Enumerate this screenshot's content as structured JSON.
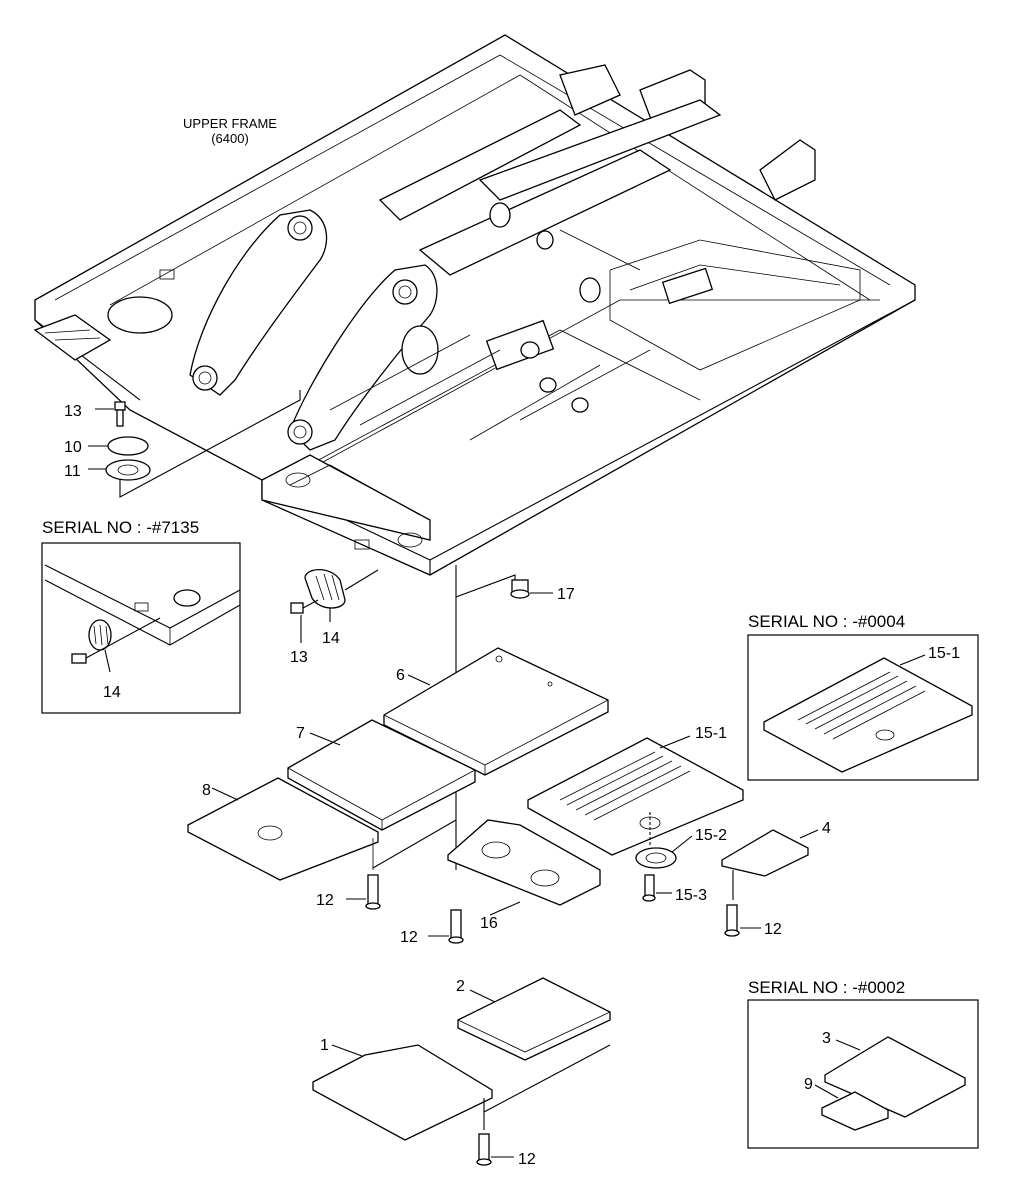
{
  "frame_title": [
    "UPPER FRAME",
    "(6400)"
  ],
  "insets": {
    "inset_7135": "SERIAL NO : -#7135",
    "inset_0004": "SERIAL NO : -#0004",
    "inset_0002": "SERIAL NO : -#0002"
  },
  "callouts": {
    "c13a": "13",
    "c10": "10",
    "c11": "11",
    "c14a": "14",
    "c14b": "14",
    "c13b": "13",
    "c17": "17",
    "c6": "6",
    "c7": "7",
    "c8": "8",
    "c12a": "12",
    "c12b": "12",
    "c16": "16",
    "c15_1": "15-1",
    "c15_1b": "15-1",
    "c15_2": "15-2",
    "c15_3": "15-3",
    "c4": "4",
    "c12c": "12",
    "c2": "2",
    "c1": "1",
    "c12d": "12",
    "c3": "3",
    "c9": "9"
  }
}
